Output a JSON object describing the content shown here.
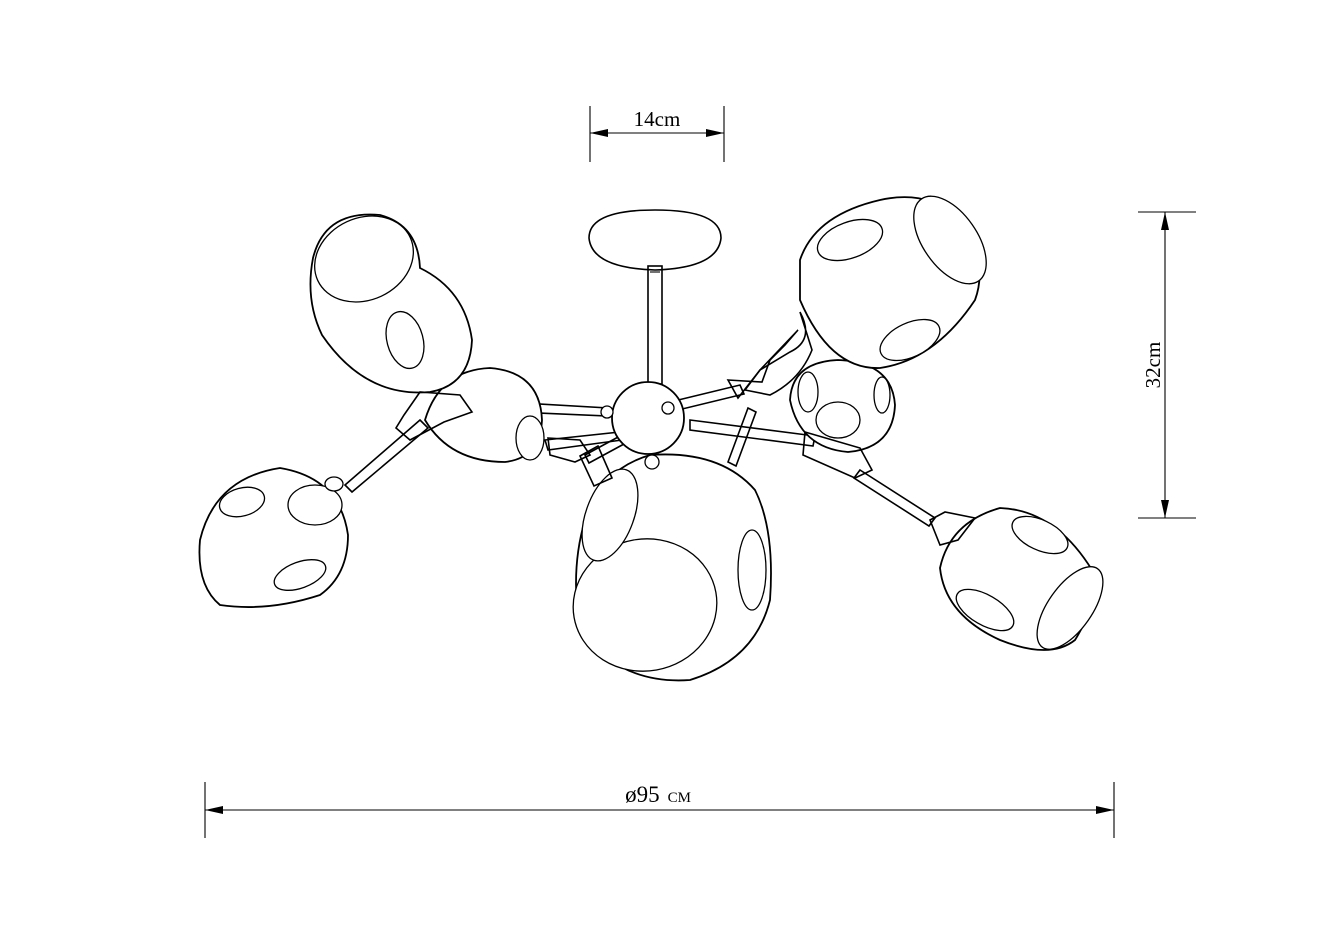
{
  "dimensions": {
    "canopy_width": "14cm",
    "height": "32cm",
    "diameter": "ø95",
    "diameter_unit": "CM"
  },
  "colors": {
    "stroke": "#000000",
    "background": "#ffffff"
  }
}
